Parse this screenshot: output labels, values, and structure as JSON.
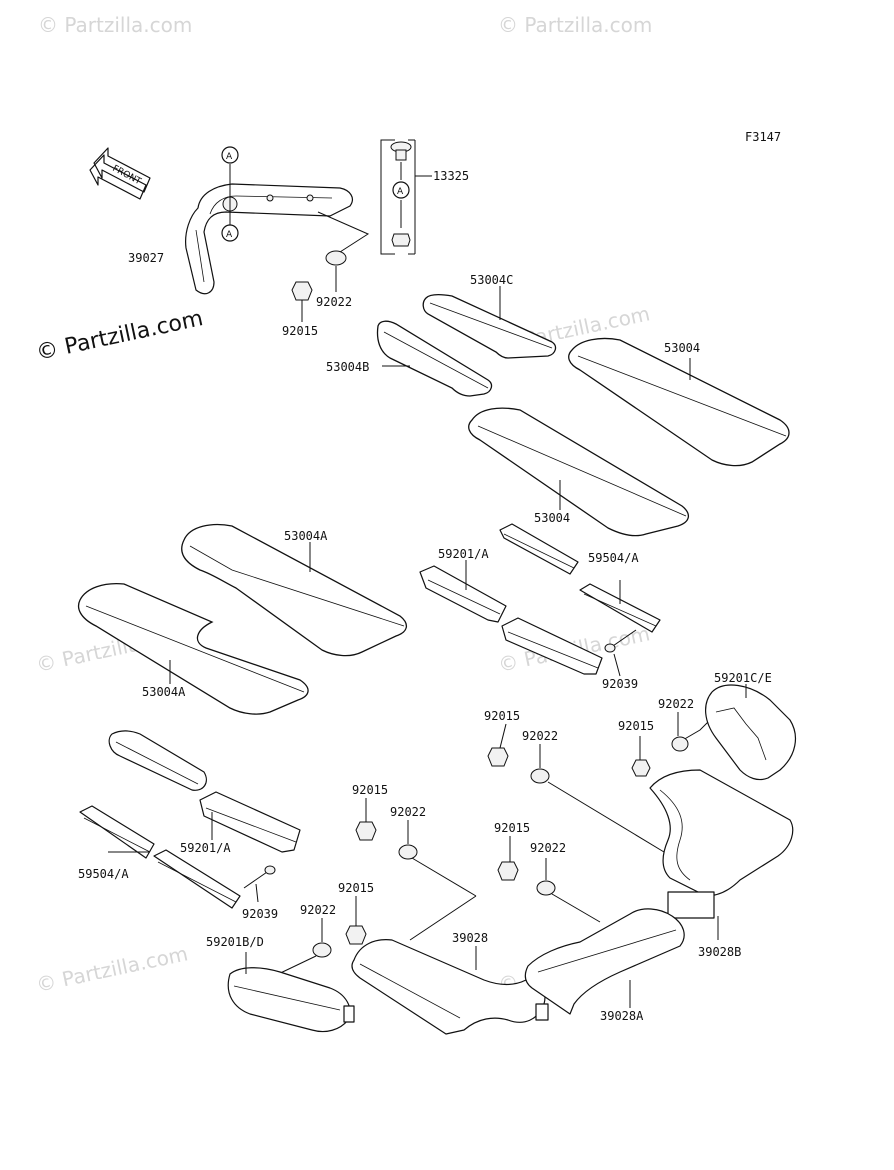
{
  "diagram": {
    "code": "F3147",
    "front_label": "FRONT",
    "callout_letter": "A",
    "watermark_main": "© Partzilla.com",
    "watermark_faint": "© Partzilla.com",
    "part_labels": [
      "13325",
      "39027",
      "92022",
      "92015",
      "53004C",
      "53004B",
      "53004",
      "53004",
      "53004A",
      "53004A",
      "59201/A",
      "59504/A",
      "92039",
      "59201C/E",
      "92022",
      "92015",
      "92015",
      "92022",
      "92015",
      "92022",
      "92015",
      "92022",
      "92015",
      "92022",
      "59201/A",
      "59504/A",
      "92039",
      "59201B/D",
      "39028",
      "39028B",
      "39028A"
    ],
    "colors": {
      "line": "#111111",
      "background": "#ffffff",
      "watermark": "#d6d6d6"
    }
  }
}
